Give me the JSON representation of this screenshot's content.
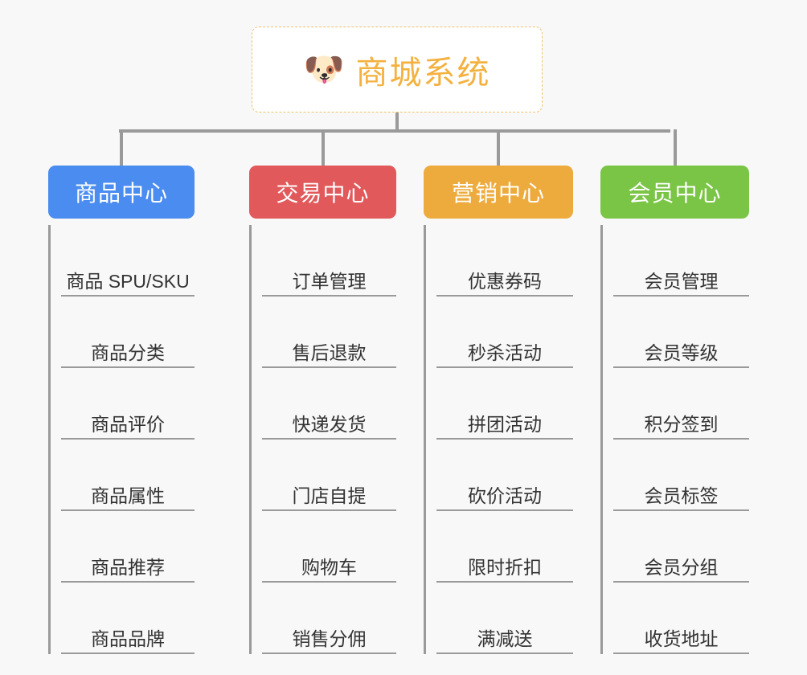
{
  "page": {
    "background_color": "#f8f8f8",
    "line_color": "#9a9a9a"
  },
  "root": {
    "icon": "dog-face-icon",
    "icon_glyph": "🐶",
    "title": "商城系统",
    "text_color": "#f3b13f",
    "border_color": "#f0c070",
    "background_color": "#ffffff"
  },
  "categories": [
    {
      "label": "商品中心",
      "color": "#4a8cf0",
      "items": [
        {
          "label": "商品 SPU/SKU"
        },
        {
          "label": "商品分类"
        },
        {
          "label": "商品评价"
        },
        {
          "label": "商品属性"
        },
        {
          "label": "商品推荐"
        },
        {
          "label": "商品品牌"
        }
      ]
    },
    {
      "label": "交易中心",
      "color": "#e2595b",
      "items": [
        {
          "label": "订单管理"
        },
        {
          "label": "售后退款"
        },
        {
          "label": "快递发货"
        },
        {
          "label": "门店自提"
        },
        {
          "label": "购物车"
        },
        {
          "label": "销售分佣"
        }
      ]
    },
    {
      "label": "营销中心",
      "color": "#eeab3d",
      "items": [
        {
          "label": "优惠券码"
        },
        {
          "label": "秒杀活动"
        },
        {
          "label": "拼团活动"
        },
        {
          "label": "砍价活动"
        },
        {
          "label": "限时折扣"
        },
        {
          "label": "满减送"
        }
      ]
    },
    {
      "label": "会员中心",
      "color": "#7bc546",
      "items": [
        {
          "label": "会员管理"
        },
        {
          "label": "会员等级"
        },
        {
          "label": "积分签到"
        },
        {
          "label": "会员标签"
        },
        {
          "label": "会员分组"
        },
        {
          "label": "收货地址"
        }
      ]
    }
  ]
}
